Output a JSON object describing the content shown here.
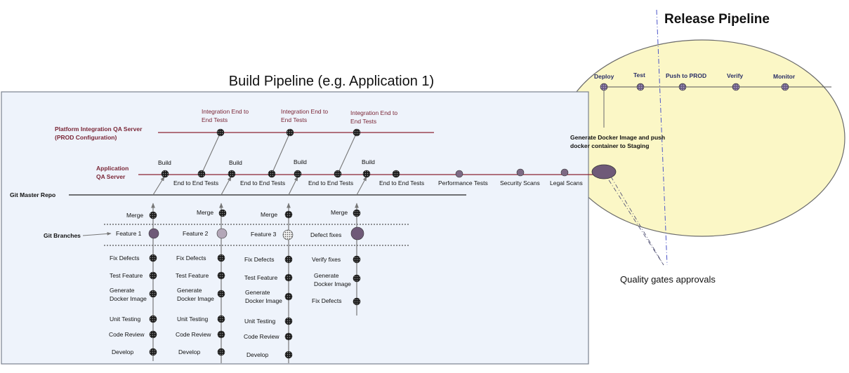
{
  "titles": {
    "build_pipeline": "Build Pipeline (e.g. Application 1)",
    "release_pipeline": "Release Pipeline"
  },
  "lane_labels": {
    "platform_line1": "Platform Integration QA Server",
    "platform_line2": "(PROD Configuration)",
    "app_line1": "Application",
    "app_line2": "QA Server",
    "git_master": "Git Master Repo",
    "git_branches": "Git Branches"
  },
  "integration_tests": [
    {
      "line1": "Integration End to",
      "line2": "End  Tests"
    },
    {
      "line1": "Integration End to",
      "line2": "End  Tests"
    },
    {
      "line1": "Integration End to",
      "line2": "End  Tests"
    }
  ],
  "app_steps": [
    "Build",
    "End to End  Tests",
    "Build",
    "End to End  Tests",
    "Build",
    "End to End  Tests",
    "Build",
    "End to End  Tests",
    "Performance Tests",
    "Security Scans",
    "Legal Scans"
  ],
  "merge_label": "Merge",
  "features": [
    "Feature 1",
    "Feature 2",
    "Feature 3",
    "Defect fixes"
  ],
  "branch_steps": {
    "feature1": [
      "Fix Defects",
      "Test Feature",
      "Generate",
      "Docker Image",
      "Unit Testing",
      "Code Review",
      "Develop"
    ],
    "feature2": [
      "Fix Defects",
      "Test Feature",
      "Generate",
      "Docker Image",
      "Unit Testing",
      "Code Review",
      "Develop"
    ],
    "feature3": [
      "Fix Defects",
      "Test Feature",
      "Generate",
      "Docker Image",
      "Unit Testing",
      "Code Review",
      "Develop"
    ],
    "defects": [
      "Verify fixes",
      "Generate",
      "Docker Image",
      "Fix Defects"
    ]
  },
  "release_steps": [
    "Deploy",
    "Test",
    "Push to PROD",
    "Verify",
    "Monitor"
  ],
  "docker_push": {
    "line1": "Generate Docker Image and push",
    "line2": "docker container to Staging"
  },
  "quality_gates": "Quality gates approvals",
  "colors": {
    "panel_fill": "#eef3fb",
    "panel_border": "#7b8290",
    "lane_red": "#8b2232",
    "label_red": "#7a2636",
    "ellipse_fill": "#fbf7c6",
    "node_dark": "#2b2b2b",
    "node_release": "#8a7a9e",
    "node_purple": "#6f5a78"
  }
}
